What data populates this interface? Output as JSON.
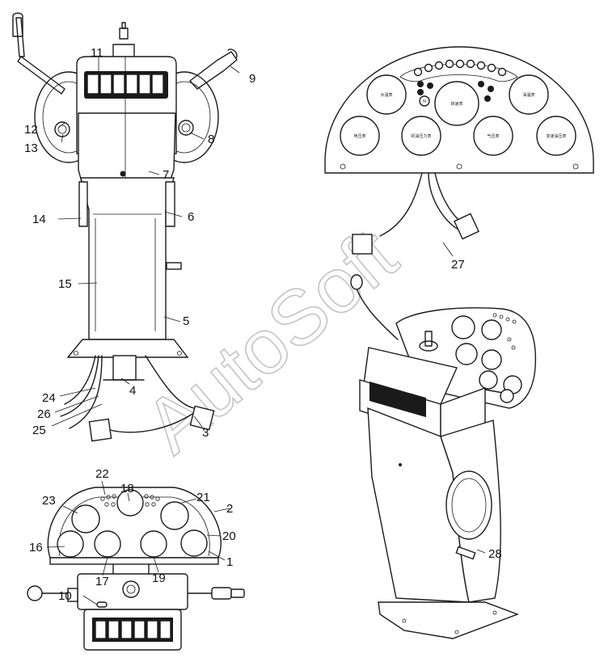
{
  "callouts": {
    "c1": "1",
    "c2": "2",
    "c3": "3",
    "c4": "4",
    "c5": "5",
    "c6": "6",
    "c7": "7",
    "c8": "8",
    "c9": "9",
    "c10": "10",
    "c11": "11",
    "c12": "12",
    "c13": "13",
    "c14": "14",
    "c15": "15",
    "c16": "16",
    "c17": "17",
    "c18": "18",
    "c19": "19",
    "c20": "20",
    "c21": "21",
    "c22": "22",
    "c23": "23",
    "c24": "24",
    "c25": "25",
    "c26": "26",
    "c27": "27",
    "c28": "28"
  },
  "gauges": {
    "g1": "水温表",
    "g2": "转速表",
    "g3": "油温表",
    "g4": "电压表",
    "g5": "机油压力表",
    "g6": "气压表",
    "g7": "变速油压表"
  },
  "indicator_n": "N",
  "watermark": "AutoSoft"
}
